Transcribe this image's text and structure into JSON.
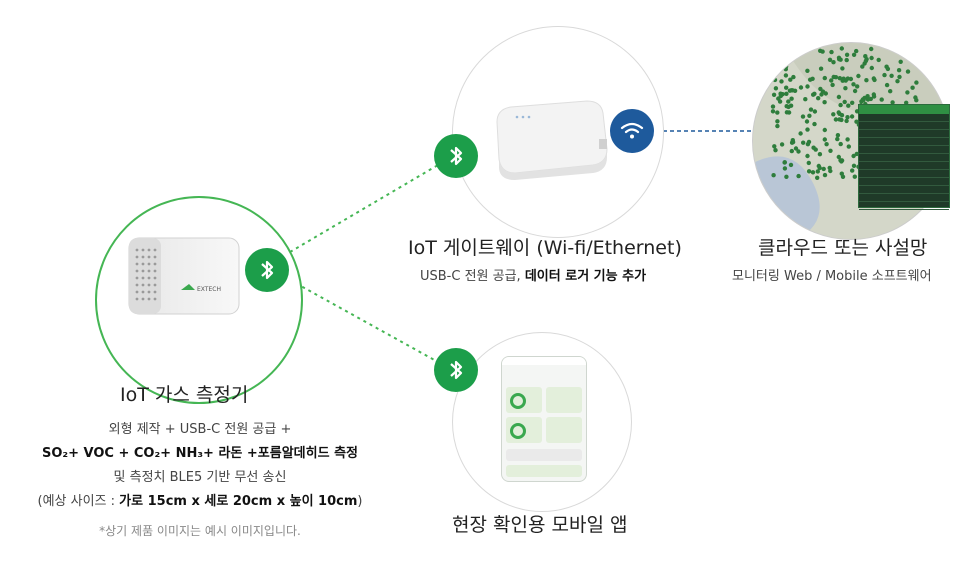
{
  "device": {
    "title": "IoT 가스 측정기",
    "line1": "외형 제작 + USB-C 전원 공급 +",
    "line2": "SO₂+ VOC + CO₂+ NH₃+ 라돈 +포름알데히드 측정",
    "line3": "및 측정치 BLE5 기반 무선 송신",
    "line4_prefix": "(예상 사이즈 : ",
    "line4_bold": "가로 15cm x 세로 20cm x 높이 10cm",
    "line4_suffix": ")",
    "note": "*상기 제품 이미지는 예시 이미지입니다.",
    "brand": "EXTECH"
  },
  "gateway": {
    "title": "IoT 게이트웨이 (Wi-fi/Ethernet)",
    "sub_normal": "USB-C 전원 공급, ",
    "sub_bold": "데이터 로거 기능 추가"
  },
  "cloud": {
    "title": "클라우드 또는 사설망",
    "sub": "모니터링 Web / Mobile 소프트웨어"
  },
  "mobile": {
    "title": "현장 확인용 모바일 앱"
  },
  "icons": {
    "bluetooth": "bluetooth-icon",
    "wifi": "wifi-icon"
  },
  "colors": {
    "green": "#1c9e4a",
    "device_border": "#45b654",
    "wifi_blue": "#1e5a9c",
    "dotted_green": "#45b654",
    "dotted_blue": "#1e5a9c"
  }
}
